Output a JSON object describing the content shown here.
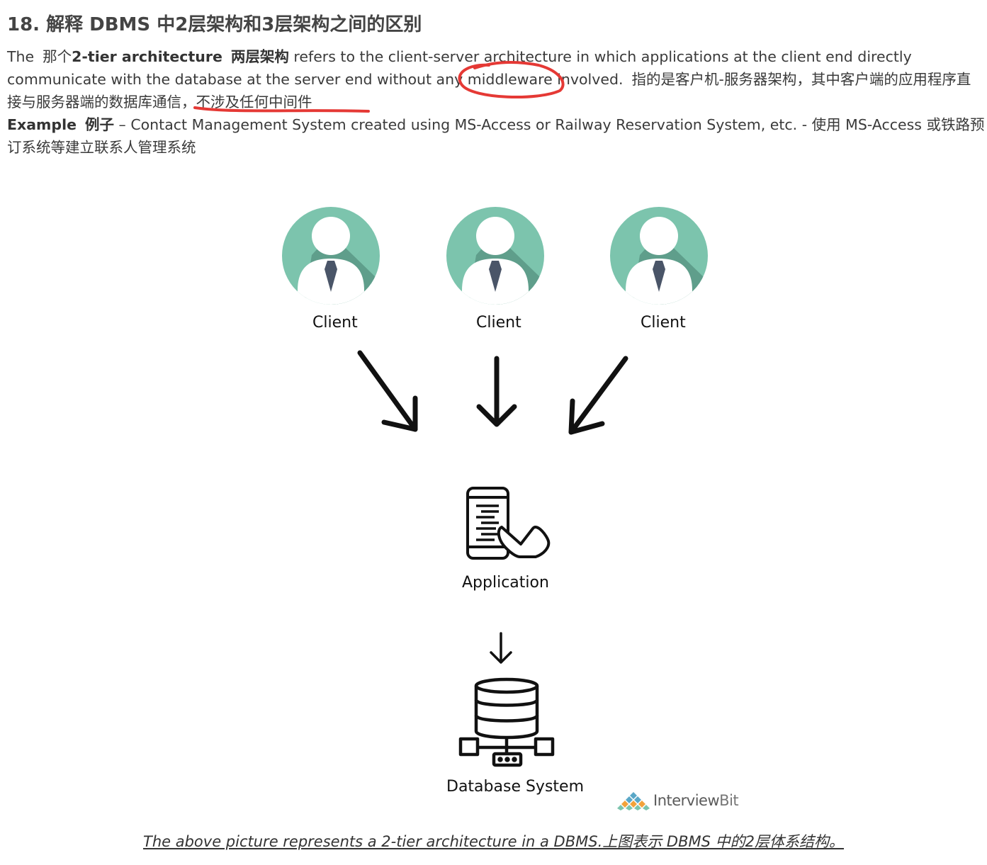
{
  "heading": "18. 解释 DBMS 中2层架构和3层架构之间的区别",
  "paragraph": {
    "p1": "The",
    "p2": "那个",
    "term_en": "2-tier architecture",
    "term_cn": "两层架构",
    "p3": " refers to the client-server architecture in which applications at the client end directly communicate with the database at the server end without any middleware involved.",
    "p4": "指的是客户机-服务器架构，其中客户端的应用程序直接与服务器端的数据库通信，不涉及任何中间件",
    "example_en": "Example",
    "example_cn": "例子",
    "example_text": " – Contact Management System created using MS-Access or Railway Reservation System, etc.",
    "example_tr": " - 使用 MS-Access 或铁路预订系统等建立联系人管理系统"
  },
  "diagram": {
    "client_labels": [
      "Client",
      "Client",
      "Client"
    ],
    "application_label": "Application",
    "database_label": "Database System",
    "brand": {
      "name_a": "Interview",
      "name_b": "Bit"
    },
    "colors": {
      "avatar_bg": "#7cc4ad",
      "avatar_shadow": "#5f9e8b",
      "tie": "#4a5568",
      "annotation": "#e53935"
    }
  },
  "caption": "The above picture represents a 2-tier architecture in a DBMS.上图表示 DBMS 中的2层体系结构。"
}
